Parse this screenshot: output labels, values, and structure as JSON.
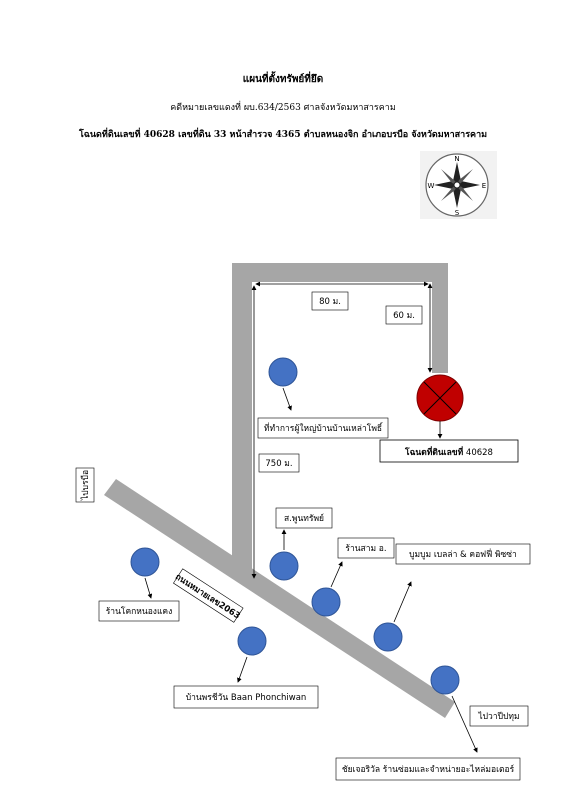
{
  "header": {
    "title": "แผนที่ตั้งทรัพย์ที่ยึด",
    "case_line": "คดีหมายเลขแดงที่ ผบ.634/2563 ศาลจังหวัดมหาสารคาม",
    "deed_line": "โฉนดที่ดินเลขที่ 40628 เลขที่ดิน 33 หน้าสำรวจ 4365  ตำบลหนองจิก  อำเภอบรบือ จังหวัดมหาสารคาม"
  },
  "compass": {
    "n": "N",
    "s": "S",
    "e": "E",
    "w": "W",
    "icon": "compass-rose-icon"
  },
  "road": {
    "name": "ถนนหมายเลข2063",
    "dir_left": "ไปบรบือ",
    "dir_right": "ไปวาปีปทุม"
  },
  "distances": {
    "d80": "80 ม.",
    "d60": "60 ม.",
    "d750": "750 ม."
  },
  "target": {
    "label_bold": "โฉนดที่ดินเลขที่",
    "label_num": " 40628",
    "marker_color": "#c00000"
  },
  "landmarks": {
    "village_office": "ที่ทำการผู้ใหญ่บ้านบ้านเหล่าโพธิ์",
    "temple": "ส.พูนทรัพย์",
    "shop_sam": "ร้านสาม อ.",
    "bakery": "บูมบูม เบลล่า & คอฟฟี่ พิซซ่า",
    "kok_shop": "ร้านโคกหนองแคง",
    "phonchiwan": "บ้านพรชีวัน Baan Phonchiwan",
    "repair_shop": "ชัยเจอริวัล ร้านซ่อมและจำหน่ายอะไหล่มอเตอร์"
  },
  "colors": {
    "road": "#a6a6a6",
    "marker": "#4472c4",
    "target": "#c00000"
  }
}
